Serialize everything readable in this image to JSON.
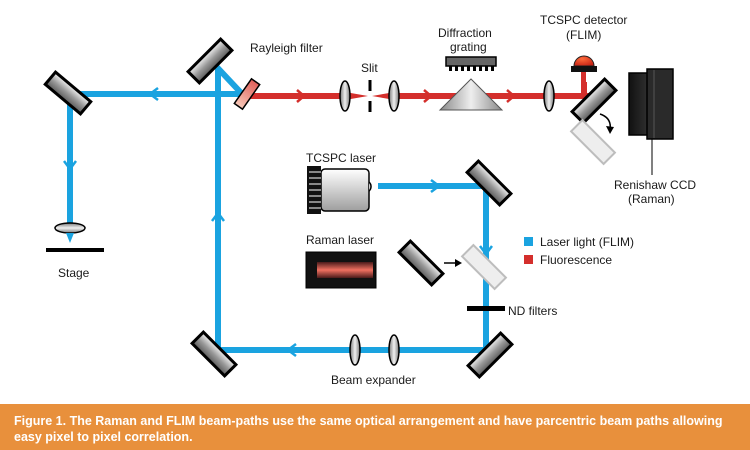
{
  "labels": {
    "rayleigh_filter": "Rayleigh filter",
    "slit": "Slit",
    "diffraction_grating_1": "Diffraction",
    "diffraction_grating_2": "grating",
    "tcspc_detector_1": "TCSPC detector",
    "tcspc_detector_2": "(FLIM)",
    "renishaw_ccd_1": "Renishaw CCD",
    "renishaw_ccd_2": "(Raman)",
    "stage": "Stage",
    "tcspc_laser": "TCSPC laser",
    "raman_laser": "Raman laser",
    "nd_filters": "ND filters",
    "beam_expander": "Beam expander"
  },
  "legend": {
    "items": [
      {
        "label": "Laser light (FLIM)",
        "color": "#1aa3e0"
      },
      {
        "label": "Fluorescence",
        "color": "#d42f2c"
      }
    ]
  },
  "caption": {
    "text": "Figure 1. The Raman and FLIM beam-paths use the same optical arrangement and have parcentric beam paths allowing easy pixel to pixel correlation."
  },
  "colors": {
    "laser_light": "#1aa3e0",
    "fluorescence": "#d42f2c",
    "caption_background": "#e8903c",
    "frame_background": "#e7ebf3"
  }
}
